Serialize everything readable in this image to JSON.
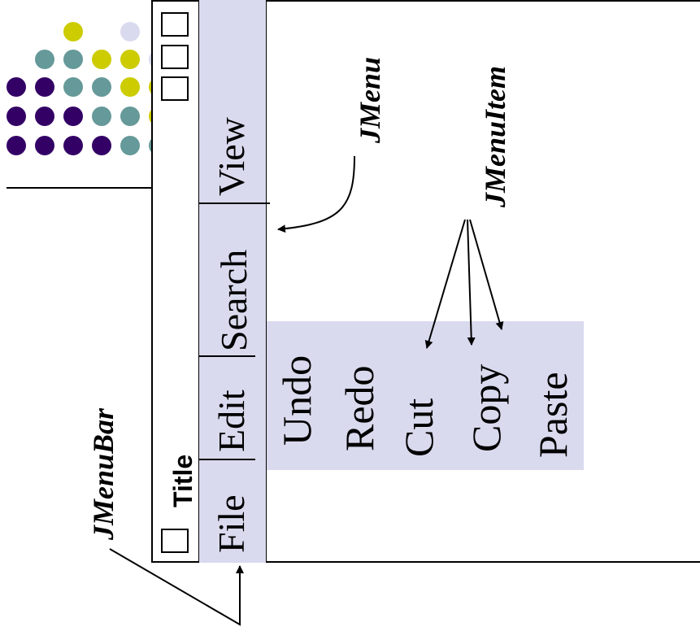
{
  "colors": {
    "menubar_bg": "#d9daee",
    "dropdown_bg": "#d9daee",
    "dot_yellow": "#cccc00",
    "dot_teal": "#669999",
    "dot_purple": "#330066",
    "dot_lavender": "#d9daee"
  },
  "window": {
    "title": "Title"
  },
  "menubar": {
    "menus": [
      "File",
      "Edit",
      "Search",
      "View"
    ]
  },
  "dropdown": {
    "items": [
      "Undo",
      "Redo",
      "Cut",
      "Copy",
      "Paste"
    ]
  },
  "annotations": {
    "jmenu": "JMenu",
    "jmenuitem": "JMenuItem",
    "jmenubar": "JMenuBar"
  }
}
